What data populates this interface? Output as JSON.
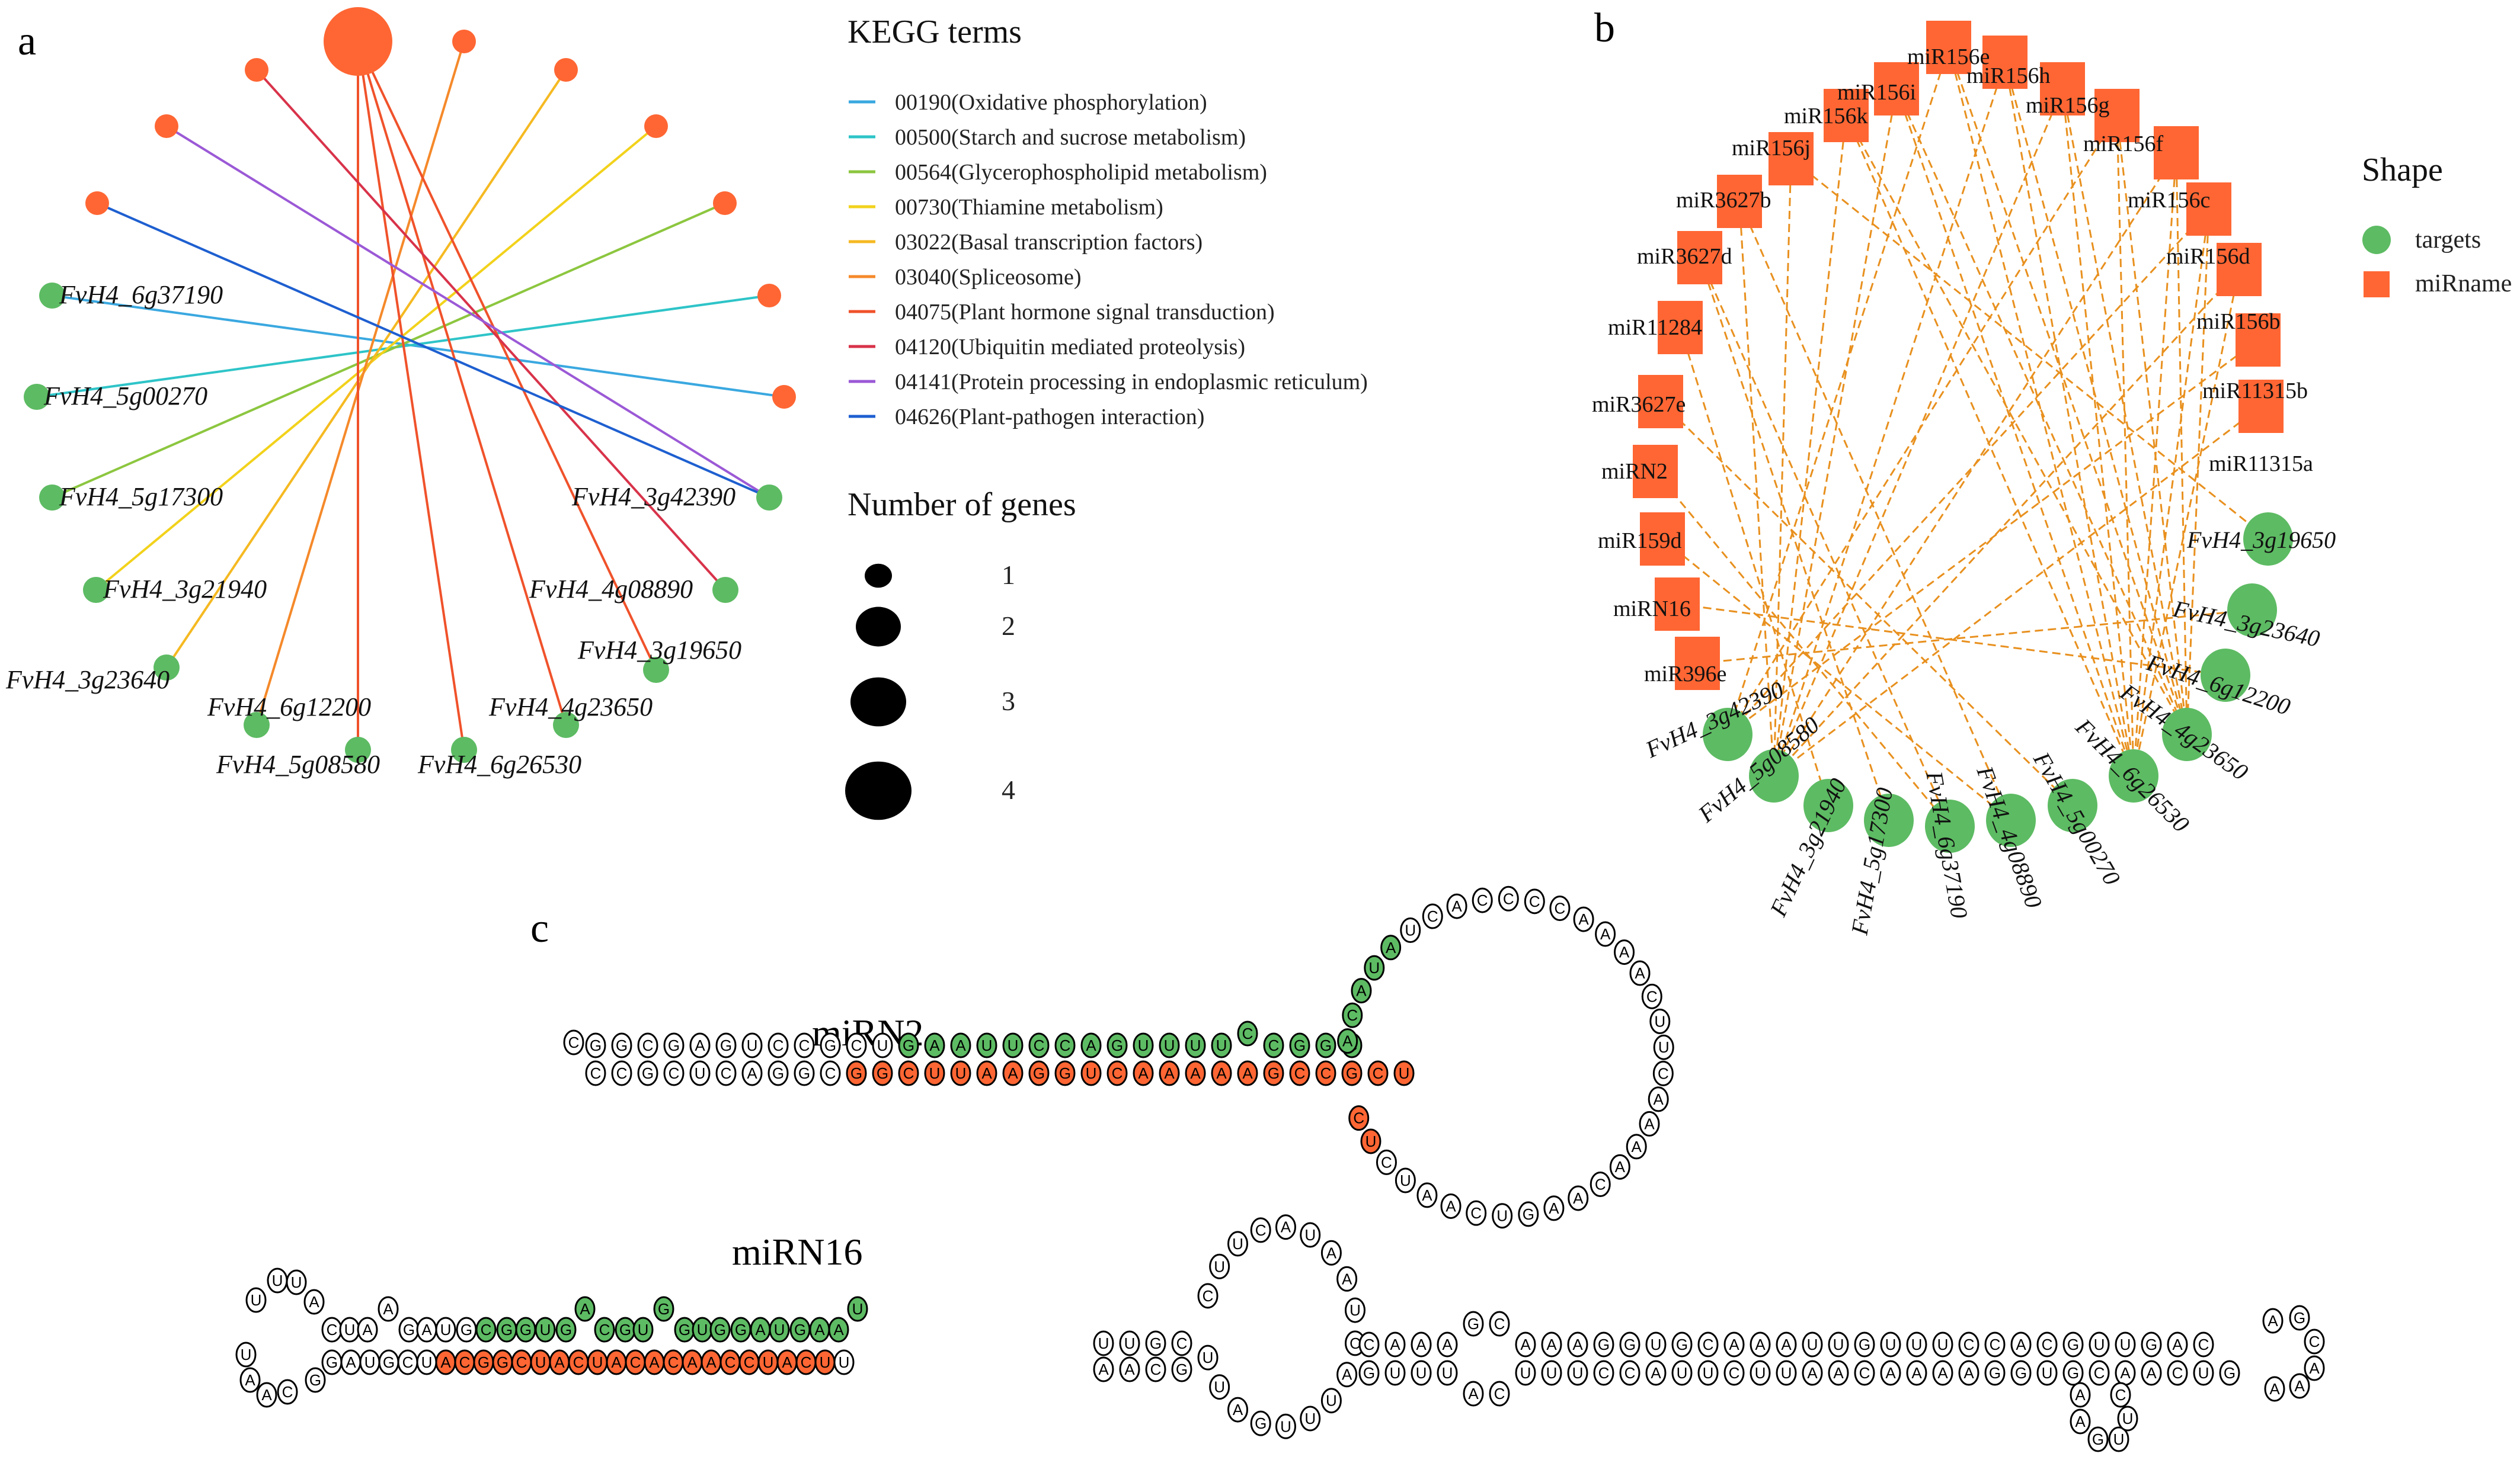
{
  "figure": {
    "panels": [
      "a",
      "b",
      "c"
    ]
  },
  "panel_a": {
    "label": "a",
    "center_node": {
      "label": "",
      "genes": 4,
      "color": "#FF6633"
    },
    "pathway_nodes_color": "#FF6633",
    "gene_nodes_color": "#5DBB63",
    "genes": [
      "FvH4_6g37190",
      "FvH4_5g00270",
      "FvH4_5g17300",
      "FvH4_3g21940",
      "FvH4_3g23640",
      "FvH4_6g12200",
      "FvH4_5g08580",
      "FvH4_6g26530",
      "FvH4_4g23650",
      "FvH4_3g19650",
      "FvH4_4g08890",
      "FvH4_3g42390"
    ],
    "edges": [
      {
        "from": "00190",
        "to": "FvH4_6g37190"
      },
      {
        "from": "00500",
        "to": "FvH4_5g00270"
      },
      {
        "from": "00564",
        "to": "FvH4_5g17300"
      },
      {
        "from": "00730",
        "to": "FvH4_3g21940"
      },
      {
        "from": "03022",
        "to": "FvH4_3g23640"
      },
      {
        "from": "03040",
        "to": "FvH4_6g12200"
      },
      {
        "from": "04075",
        "to": "FvH4_5g08580"
      },
      {
        "from": "04075",
        "to": "FvH4_6g26530"
      },
      {
        "from": "04075",
        "to": "FvH4_4g23650"
      },
      {
        "from": "04075",
        "to": "FvH4_3g19650"
      },
      {
        "from": "04120",
        "to": "FvH4_4g08890"
      },
      {
        "from": "04141",
        "to": "FvH4_3g42390"
      },
      {
        "from": "04626",
        "to": "FvH4_3g42390"
      }
    ],
    "legend": {
      "title": "KEGG terms",
      "items": [
        {
          "id": "00190",
          "label": "00190(Oxidative phosphorylation)",
          "color": "#3AA8E0"
        },
        {
          "id": "00500",
          "label": "00500(Starch and sucrose metabolism)",
          "color": "#2EC4C8"
        },
        {
          "id": "00564",
          "label": "00564(Glycerophospholipid metabolism)",
          "color": "#8CC63F"
        },
        {
          "id": "00730",
          "label": "00730(Thiamine metabolism)",
          "color": "#F2D21B"
        },
        {
          "id": "03022",
          "label": "03022(Basal transcription factors)",
          "color": "#F5B921"
        },
        {
          "id": "03040",
          "label": "03040(Spliceosome)",
          "color": "#F5892A"
        },
        {
          "id": "04075",
          "label": "04075(Plant hormone signal transduction)",
          "color": "#F0522B"
        },
        {
          "id": "04120",
          "label": "04120(Ubiquitin mediated proteolysis)",
          "color": "#D8334A"
        },
        {
          "id": "04141",
          "label": "04141(Protein processing in endoplasmic reticulum)",
          "color": "#9B59D6"
        },
        {
          "id": "04626",
          "label": "04626(Plant-pathogen interaction)",
          "color": "#1E5FD0"
        }
      ]
    },
    "size_legend": {
      "title": "Number of genes",
      "items": [
        {
          "value": 1,
          "label": "1"
        },
        {
          "value": 2,
          "label": "2"
        },
        {
          "value": 3,
          "label": "3"
        },
        {
          "value": 4,
          "label": "4"
        }
      ]
    }
  },
  "panel_b": {
    "label": "b",
    "edge_color": "#E8901E",
    "mirnas": [
      "miR156e",
      "miR156h",
      "miR156g",
      "miR156f",
      "miR156c",
      "miR156d",
      "miR156b",
      "miR11315b",
      "miR11315a",
      "miR396e",
      "miRN16",
      "miR159d",
      "miRN2",
      "miR3627e",
      "miR11284",
      "miR3627d",
      "miR3627b",
      "miR156j",
      "miR156k",
      "miR156i"
    ],
    "targets": [
      "FvH4_3g19650",
      "FvH4_3g23640",
      "FvH4_6g12200",
      "FvH4_4g23650",
      "FvH4_6g26530",
      "FvH4_5g00270",
      "FvH4_4g08890",
      "FvH4_6g37190",
      "FvH4_5g17300",
      "FvH4_3g21940",
      "FvH4_5g08580",
      "FvH4_3g42390"
    ],
    "legend": {
      "title": "Shape",
      "items": [
        {
          "label": "targets",
          "shape": "circle",
          "color": "#5DBB63"
        },
        {
          "label": "miRname",
          "shape": "square",
          "color": "#FF6633"
        }
      ]
    }
  },
  "panel_c": {
    "label": "c",
    "mature_color": "#5DBB63",
    "star_color": "#FF6633",
    "structures": [
      {
        "name": "miRN2",
        "upper_5p": "CGGCGAGUCCGCUGAAUUCCAGUUUUCCGGC",
        "mature_highlight": "GAAUUCCAGUUUUCCGGCACAUA",
        "loop": "UCACCCCAAAACUUCAAAACAAGUCAAUC",
        "lower_3p": "CCGCUCAGGCGGCUUAAGGUCAAAAAGCCGCU",
        "star_highlight": "GGCUUAAGGUCAAAAAGCCGCU"
      },
      {
        "name": "miRN16",
        "terminal_loop_left": "UUUAUACAG",
        "upper": "CUAAGAUGCGGUGACGUGGUGGAUGAAUUUGC",
        "mature_highlight": "GCGGUGACGUGGUGGAUGAAU",
        "lower": "GAUGCUACGGCUACUACACAACCUACUUUAACG",
        "star_highlight": "UACGGCUACUACACAACCUACU",
        "internal_loop": "CUUCAUAAUUAGUUUUGUU",
        "distal_upper": "CAAAGCAAAGGUGCAAAUUUGUUUCCACGUUGAC",
        "distal_lower": "GUUUACUUUCCAUUCUUAACAAAAGGUGCAACUG",
        "apical_loop": "AGCAAA",
        "bulge": "AAGUUC"
      }
    ]
  }
}
